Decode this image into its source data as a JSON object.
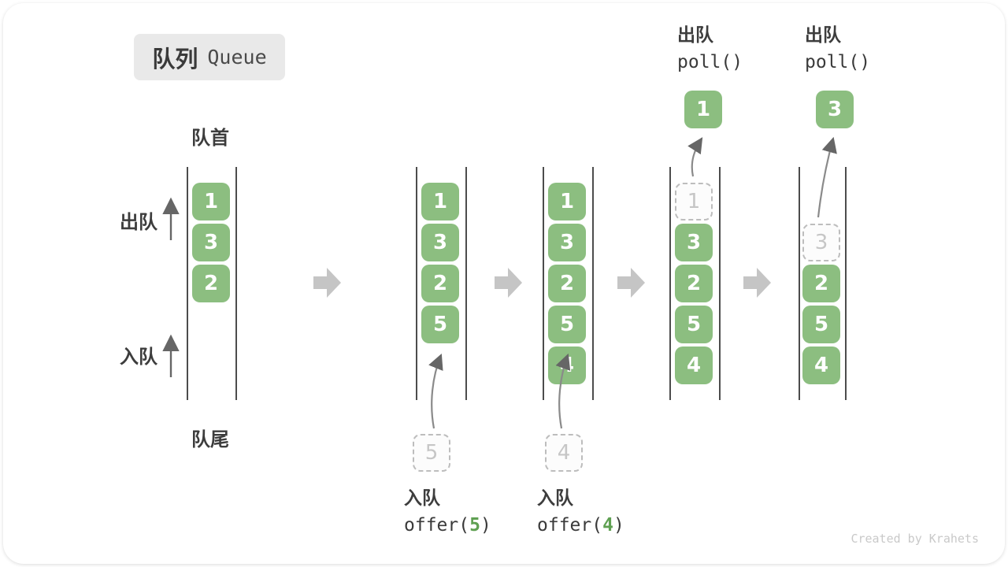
{
  "title": {
    "zh": "队列",
    "en": "Queue"
  },
  "labels": {
    "front": "队首",
    "rear": "队尾",
    "dequeue_side": "出队",
    "enqueue_side": "入队"
  },
  "watermark": "Created by Krahets",
  "colors": {
    "box-green": "#8cbe80",
    "accent-green": "#5fa052",
    "block-arrow-gray": "#c5c5c5",
    "wall-dark": "#4c4c4c",
    "curve-arrow-gray": "#8a8a8a",
    "side-arrow-gray": "#666666",
    "ghost-border": "#bdbdbd",
    "ghost-text": "#c6c6c6",
    "text-dark": "#3d3d3d",
    "badge-bg": "#e9e9e9",
    "watermark-gray": "#c9c9c9"
  },
  "states": [
    {
      "boxes": [
        "1",
        "3",
        "2"
      ]
    },
    {
      "boxes": [
        "1",
        "3",
        "2",
        "5"
      ],
      "ghost": "5",
      "op": {
        "zh": "入队",
        "fn": "offer(",
        "arg": "5",
        "close": ")"
      }
    },
    {
      "boxes": [
        "1",
        "3",
        "2",
        "5",
        "4"
      ],
      "ghost": "4",
      "op": {
        "zh": "入队",
        "fn": "offer(",
        "arg": "4",
        "close": ")"
      }
    },
    {
      "boxes": [
        "3",
        "2",
        "5",
        "4"
      ],
      "ghost": "1",
      "out": "1",
      "op": {
        "zh": "出队",
        "fn": "poll()"
      }
    },
    {
      "boxes": [
        "2",
        "5",
        "4"
      ],
      "ghost": "3",
      "out": "3",
      "op": {
        "zh": "出队",
        "fn": "poll()"
      }
    }
  ]
}
